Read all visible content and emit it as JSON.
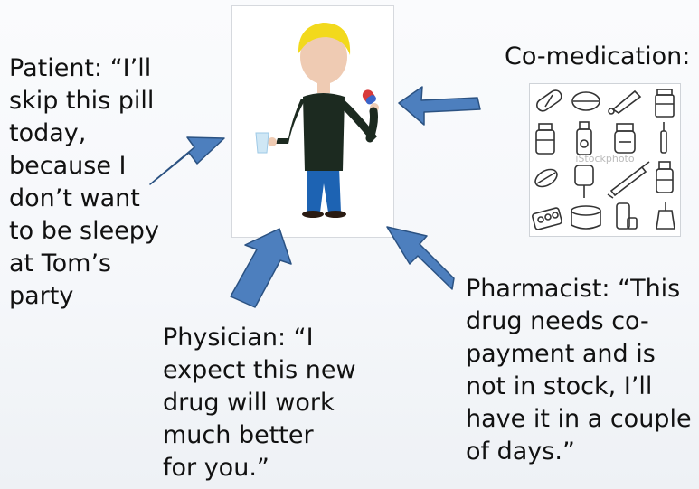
{
  "patient_quote": {
    "lines": [
      "Patient: “I’ll",
      "skip this pill",
      "today,",
      "because I",
      "don’t want",
      "to be sleepy",
      "at Tom’s",
      "party"
    ]
  },
  "physician_quote": {
    "lines": [
      "Physician: “I",
      "expect this new",
      "drug will work",
      "much better",
      "for you.”"
    ]
  },
  "pharmacist_quote": {
    "lines": [
      "Pharmacist: “This",
      "drug needs co-",
      "payment and is",
      "not in stock, I’ll",
      "have it in a couple",
      "of days.”"
    ]
  },
  "comedication": {
    "title": "Co-medication:",
    "watermark": "iStockphoto",
    "icons": [
      "capsule-icon",
      "tablet-icon",
      "ointment-tube-icon",
      "bottle-icon",
      "jar-icon",
      "vial-icon",
      "pill-bottle-icon",
      "ampoule-icon",
      "oval-tablet-icon",
      "iv-bag-icon",
      "syringe-icon",
      "tall-bottle-icon",
      "blister-pack-icon",
      "pill-tub-icon",
      "inhaler-icon",
      "dropper-bottle-icon"
    ]
  },
  "colors": {
    "arrow_fill": "#4d7fbe",
    "arrow_stroke": "#2b5282",
    "shirt": "#1c2a20",
    "jeans": "#1d63b3",
    "hair": "#f2d91c",
    "skin": "#efcbb3"
  }
}
